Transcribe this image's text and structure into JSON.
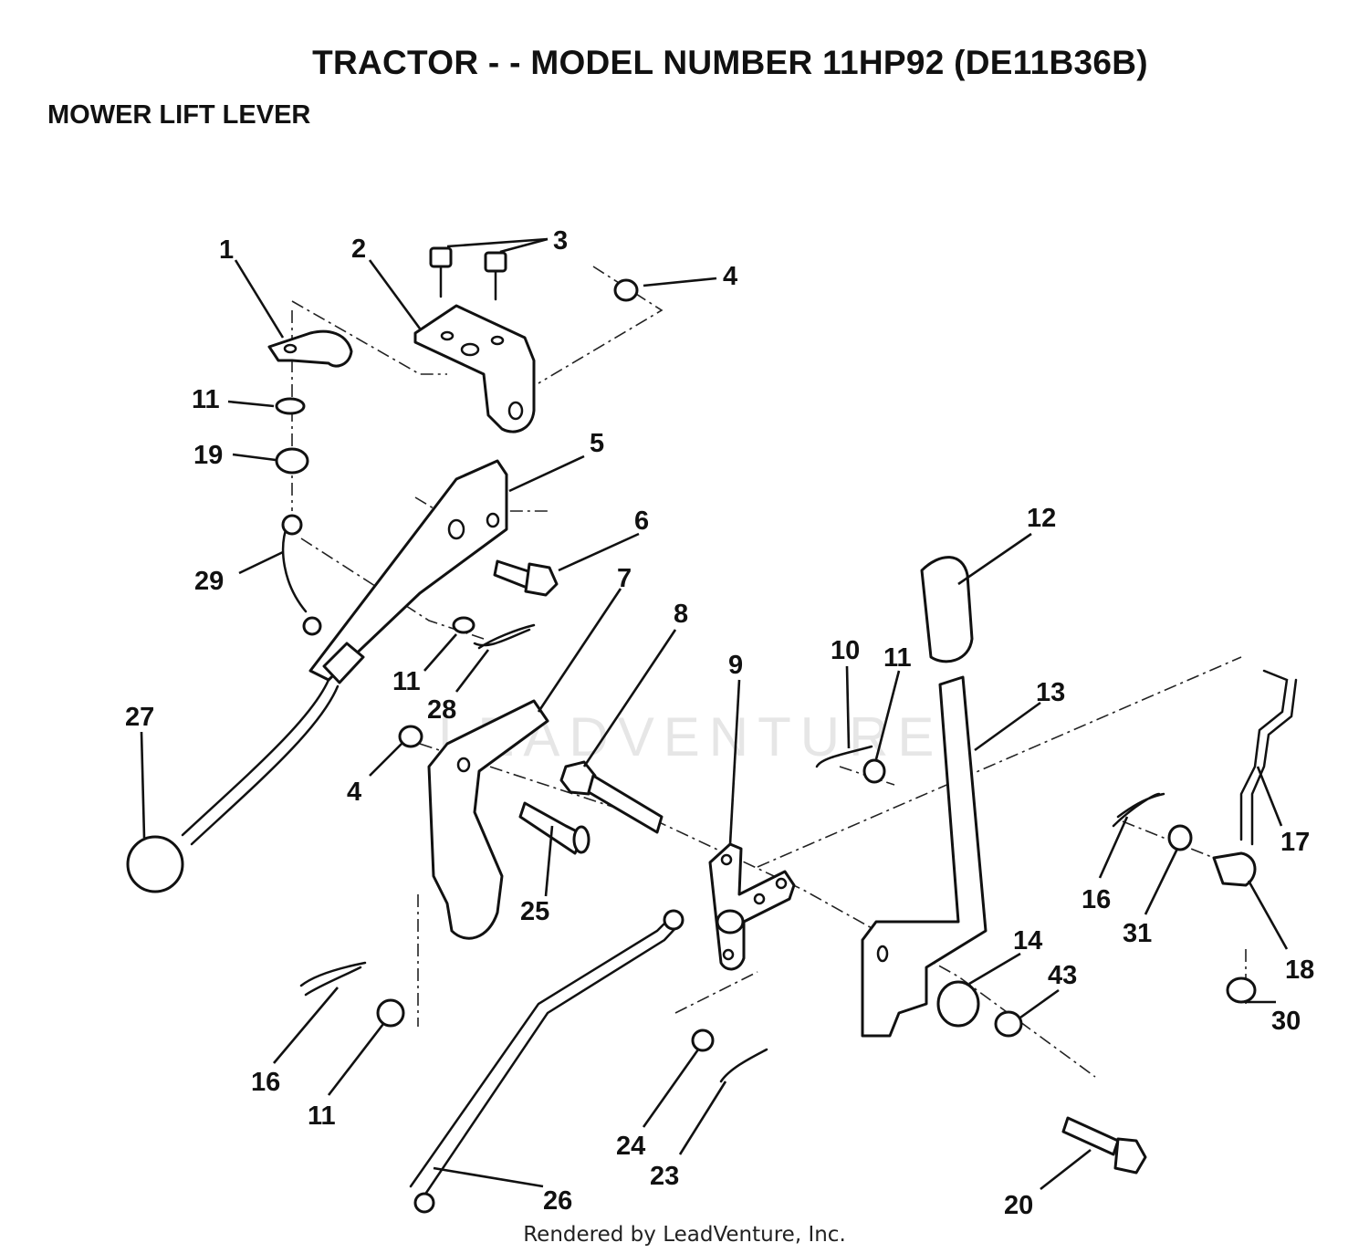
{
  "header": {
    "title": "TRACTOR - - MODEL NUMBER 11HP92 (DE11B36B)",
    "subtitle": "MOWER LIFT LEVER"
  },
  "watermark": "LEADVENTURE",
  "footer": "Rendered by LeadVenture, Inc.",
  "callouts": [
    {
      "id": "c1",
      "label": "1"
    },
    {
      "id": "c2",
      "label": "2"
    },
    {
      "id": "c3",
      "label": "3"
    },
    {
      "id": "c4a",
      "label": "4"
    },
    {
      "id": "c4b",
      "label": "4"
    },
    {
      "id": "c5",
      "label": "5"
    },
    {
      "id": "c6",
      "label": "6"
    },
    {
      "id": "c7",
      "label": "7"
    },
    {
      "id": "c8",
      "label": "8"
    },
    {
      "id": "c9",
      "label": "9"
    },
    {
      "id": "c10",
      "label": "10"
    },
    {
      "id": "c11a",
      "label": "11"
    },
    {
      "id": "c11b",
      "label": "11"
    },
    {
      "id": "c11c",
      "label": "11"
    },
    {
      "id": "c11d",
      "label": "11"
    },
    {
      "id": "c12",
      "label": "12"
    },
    {
      "id": "c13",
      "label": "13"
    },
    {
      "id": "c14",
      "label": "14"
    },
    {
      "id": "c16a",
      "label": "16"
    },
    {
      "id": "c16b",
      "label": "16"
    },
    {
      "id": "c17",
      "label": "17"
    },
    {
      "id": "c18",
      "label": "18"
    },
    {
      "id": "c19",
      "label": "19"
    },
    {
      "id": "c20",
      "label": "20"
    },
    {
      "id": "c23",
      "label": "23"
    },
    {
      "id": "c24",
      "label": "24"
    },
    {
      "id": "c25",
      "label": "25"
    },
    {
      "id": "c26",
      "label": "26"
    },
    {
      "id": "c27",
      "label": "27"
    },
    {
      "id": "c28",
      "label": "28"
    },
    {
      "id": "c29",
      "label": "29"
    },
    {
      "id": "c30",
      "label": "30"
    },
    {
      "id": "c31",
      "label": "31"
    },
    {
      "id": "c43",
      "label": "43"
    }
  ]
}
